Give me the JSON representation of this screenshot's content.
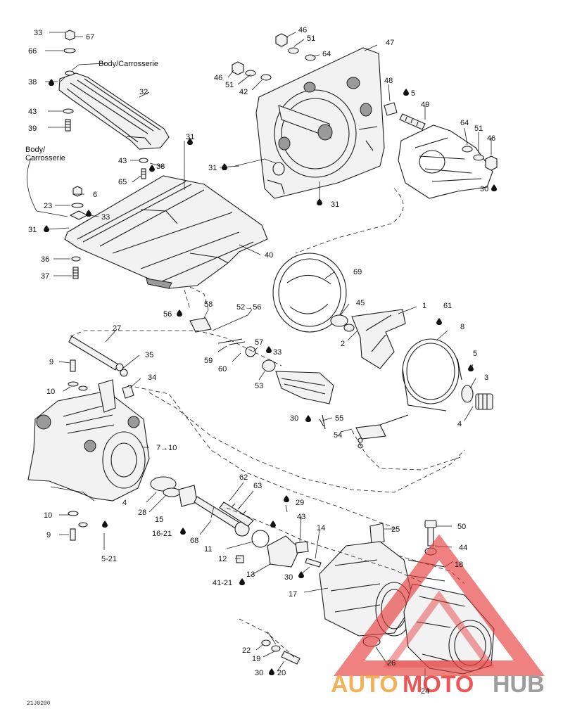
{
  "labels": {
    "l33a": "33",
    "l67": "67",
    "l66": "66",
    "l38a": "38",
    "l32": "32",
    "body1a": "Body/Carrosserie",
    "l43a": "43",
    "l39": "39",
    "l31a": "31",
    "l43b": "43",
    "l38b": "38",
    "l65": "65",
    "body2a": "Body/",
    "body2b": "Carrosserie",
    "l6": "6",
    "l23": "23",
    "l33b": "33",
    "l31b": "31",
    "l40": "40",
    "l36": "36",
    "l37": "37",
    "l46a": "46",
    "l51a": "51",
    "l64a": "64",
    "l47": "47",
    "l46b": "46",
    "l51b": "51",
    "l42": "42",
    "l48": "48",
    "l5a": "5",
    "l49": "49",
    "l64b": "64",
    "l51c": "51",
    "l46c": "46",
    "l30a": "30",
    "l31c": "31",
    "l31d": "31",
    "l69": "69",
    "l56": "56",
    "l58": "58",
    "l52": "52→56",
    "l45": "45",
    "l1": "1",
    "l61": "61",
    "l8": "8",
    "l2": "2",
    "l27": "27",
    "l57": "57",
    "l33c": "33",
    "l59": "59",
    "l60": "60",
    "l9a": "9",
    "l35": "35",
    "l34": "34",
    "l53": "53",
    "l5b": "5",
    "l3": "3",
    "l10a": "10",
    "l30b": "30",
    "l55": "55",
    "l4a": "4",
    "l54": "54",
    "l7": "7→10",
    "l62": "62",
    "l63": "63",
    "l4b": "4",
    "l28": "28",
    "l29": "29",
    "l10b": "10",
    "l15": "15",
    "l16": "16-21",
    "l9b": "9",
    "l68": "68",
    "l43c": "43",
    "l14": "14",
    "l25": "25",
    "l50": "50",
    "l11": "11",
    "l44": "44",
    "l5c": "5-21",
    "l12": "12",
    "l18": "18",
    "l30c": "30",
    "l13": "13",
    "l41": "41-21",
    "l17": "17",
    "l22": "22",
    "l19": "19",
    "l26": "26",
    "l30d": "30",
    "l20": "20",
    "l24": "24"
  },
  "watermark": {
    "text1": "AUTO",
    "text2": "MOTO",
    "text3": "HUB",
    "color_red": "#e63a3a",
    "color_orange": "#f0a63c",
    "color_gray": "#8c8c8c"
  },
  "drawing_code": "21J0200"
}
